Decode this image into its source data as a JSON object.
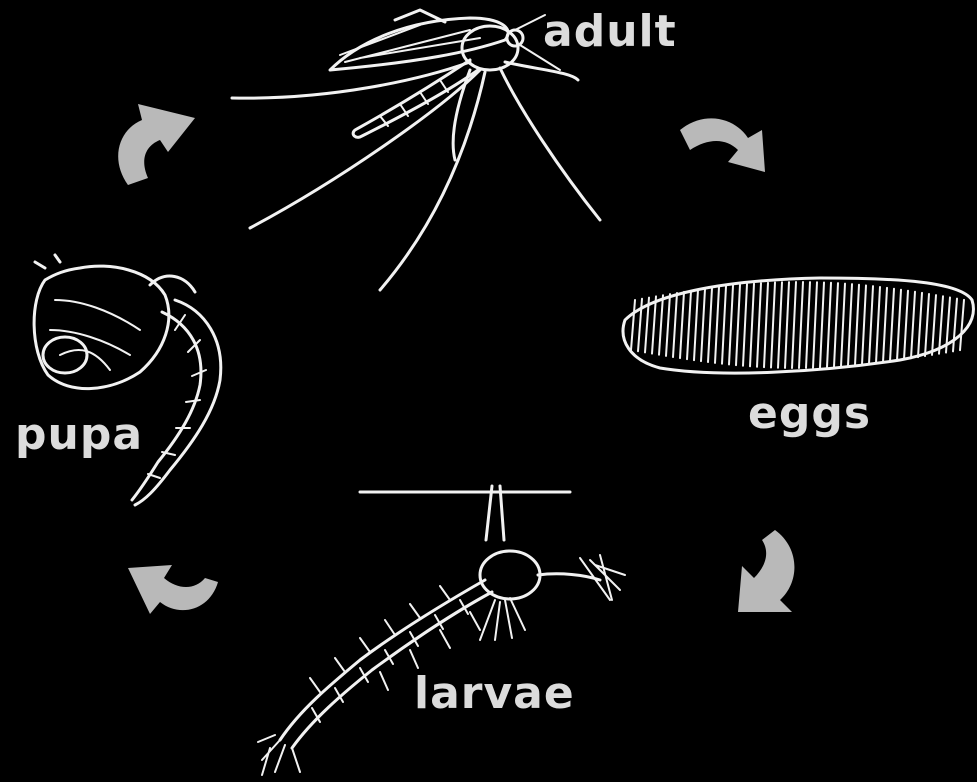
{
  "diagram": {
    "stages": {
      "adult": "adult",
      "eggs": "eggs",
      "larvae": "larvae",
      "pupa": "pupa"
    },
    "cycle_order": [
      "adult",
      "eggs",
      "larvae",
      "pupa"
    ],
    "colors": {
      "background": "#000000",
      "label": "#dcdcdc",
      "arrow": "#b9b9b9",
      "illustration": "#f2f2f2"
    }
  }
}
